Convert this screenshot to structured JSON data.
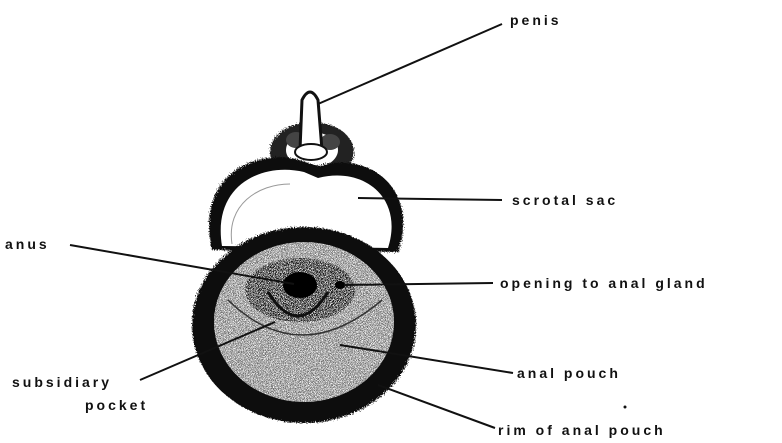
{
  "labels": {
    "penis": "penis",
    "scrotal_sac": "scrotal sac",
    "anus": "anus",
    "opening_to_anal_gland": "opening to anal gland",
    "subsidiary": "subsidiary",
    "pocket": "pocket",
    "anal_pouch": "anal pouch",
    "rim_of_anal_pouch": "rim of anal pouch"
  },
  "colors": {
    "ink": "#111111",
    "paper": "#ffffff"
  }
}
